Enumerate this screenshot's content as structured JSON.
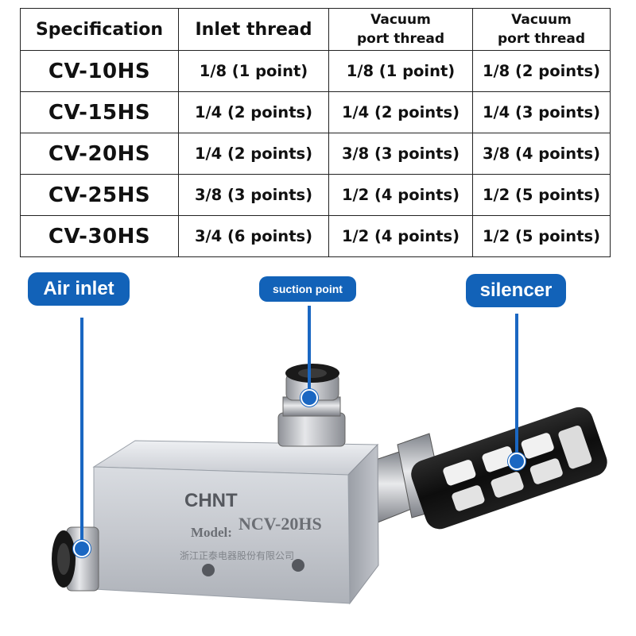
{
  "table": {
    "headers": [
      "Specification",
      "Inlet thread",
      "Vacuum\nport thread",
      "Vacuum\nport thread"
    ],
    "header_lines": {
      "h3_line1": "Vacuum",
      "h3_line2": "port thread",
      "h4_line1": "Vacuum",
      "h4_line2": "port thread"
    },
    "rows": [
      {
        "model": "CV-10HS",
        "inlet": "1/8 (1 point)",
        "vac1": "1/8 (1 point)",
        "vac2": "1/8 (2 points)"
      },
      {
        "model": "CV-15HS",
        "inlet": "1/4 (2 points)",
        "vac1": "1/4 (2 points)",
        "vac2": "1/4 (3 points)"
      },
      {
        "model": "CV-20HS",
        "inlet": "1/4 (2 points)",
        "vac1": "3/8 (3 points)",
        "vac2": "3/8 (4 points)"
      },
      {
        "model": "CV-25HS",
        "inlet": "3/8 (3 points)",
        "vac1": "1/2 (4 points)",
        "vac2": "1/2 (5 points)"
      },
      {
        "model": "CV-30HS",
        "inlet": "3/4 (6 points)",
        "vac1": "1/2 (4 points)",
        "vac2": "1/2 (5 points)"
      }
    ]
  },
  "callouts": {
    "air_inlet": "Air inlet",
    "suction_point": "suction point",
    "silencer": "silencer"
  },
  "product": {
    "brand": "CHNT",
    "model_label": "Model:",
    "model_value": "NCV-20HS",
    "company": "浙江正泰电器股份有限公司"
  },
  "colors": {
    "callout_blue": "#1262b8",
    "body_silver": "#c9ccd1",
    "silencer_black": "#151515"
  }
}
